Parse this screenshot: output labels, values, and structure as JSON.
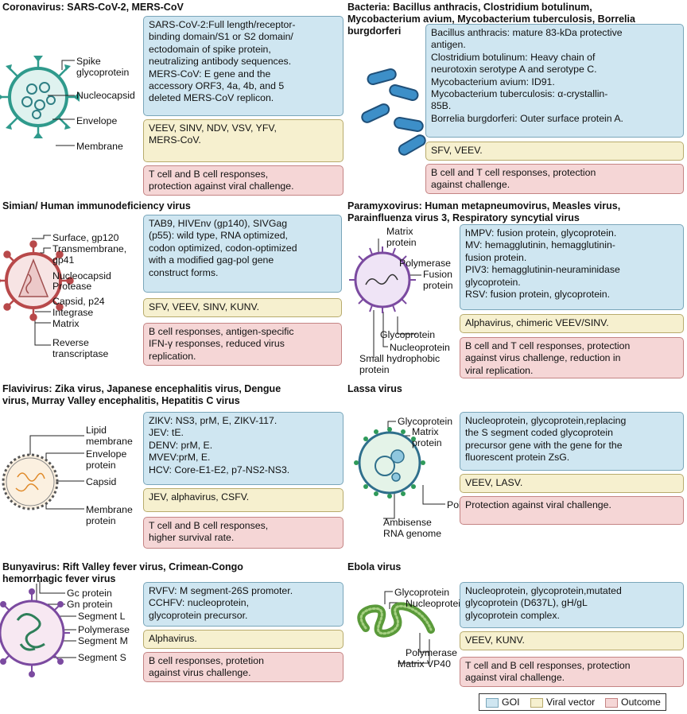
{
  "panels": {
    "corona": {
      "title": "Coronavirus: SARS-CoV-2, MERS-CoV",
      "goi": "SARS-CoV-2:Full length/receptor-\nbinding domain/S1 or S2 domain/\nectodomain of spike protein,\nneutralizing antibody sequences.\nMERS-CoV: E gene and the\naccessory ORF3, 4a, 4b, and 5\ndeleted MERS-CoV replicon.",
      "vector": "VEEV, SINV, NDV, VSV, YFV,\nMERS-CoV.",
      "outcome": "T cell and B cell responses,\nprotection against viral challenge.",
      "labels": [
        "Spike\nglycoprotein",
        "Nucleocapsid",
        "Envelope",
        "Membrane"
      ]
    },
    "bacteria": {
      "title": "Bacteria:  Bacillus anthracis, Clostridium botulinum,\nMycobacterium avium, Mycobacterium tuberculosis,  Borrelia\nburgdorferi",
      "goi": "Bacillus anthracis: mature 83-kDa protective\nantigen.\nClostridium botulinum: Heavy chain of\nneurotoxin serotype A and serotype C.\nMycobacterium avium: ID91.\nMycobacterium tuberculosis: α-crystallin-\n85B.\nBorrelia burgdorferi: Outer surface protein A.",
      "vector": "SFV, VEEV.",
      "outcome": "B cell and T cell responses, protection\nagainst challenge."
    },
    "hiv": {
      "title": "Simian/ Human immunodeficiency virus",
      "goi": "TAB9, HIVEnv (gp140), SIVGag\n(p55): wild type, RNA optimized,\ncodon optimized, codon-optimized\nwith a modified gag-pol gene\nconstruct forms.",
      "vector": "SFV, VEEV, SINV, KUNV.",
      "outcome": "B cell responses, antigen-specific\nIFN-γ responses, reduced virus\nreplication.",
      "labels": [
        "Surface, gp120",
        "Transmembrane,\ngp41",
        "Nucleocapsid",
        "Protease",
        "Capsid, p24",
        "Integrase",
        "Matrix",
        "Reverse\ntranscriptase"
      ]
    },
    "paramyxo": {
      "title": "Paramyxovirus: Human metapneumovirus, Measles virus,\nParainfluenza virus 3, Respiratory syncytial virus",
      "goi": "hMPV: fusion protein, glycoprotein.\nMV: hemagglutinin, hemagglutinin-\nfusion protein.\nPIV3: hemagglutinin-neuraminidase\nglycoprotein.\nRSV: fusion protein, glycoprotein.",
      "vector": "Alphavirus, chimeric VEEV/SINV.",
      "outcome": "B cell and T cell responses, protection\nagainst virus challenge, reduction in\nviral replication.",
      "labels": [
        "Matrix\nprotein",
        "Polymerase",
        "Fusion\nprotein",
        "Glycoprotein",
        "Nucleoprotein",
        "Small hydrophobic\nprotein"
      ]
    },
    "flavi": {
      "title": "Flavivirus: Zika virus, Japanese encephalitis virus, Dengue\nvirus, Murray Valley encephalitis, Hepatitis C virus",
      "goi": "ZIKV: NS3, prM, E, ZIKV-117.\nJEV: tE.\nDENV: prM,  E.\nMVEV:prM,  E.\nHCV:  Core-E1-E2,  p7-NS2-NS3.",
      "vector": "JEV, alphavirus, CSFV.",
      "outcome": "T cell and B cell responses,\nhigher survival rate.",
      "labels": [
        "Lipid\nmembrane",
        "Envelope\nprotein",
        "Capsid",
        "Membrane\nprotein"
      ]
    },
    "lassa": {
      "title": "Lassa virus",
      "goi": "Nucleoprotein, glycoprotein,replacing\nthe S segment coded glycoprotein\nprecursor gene with the gene for the\nfluorescent protein ZsG.",
      "vector": "VEEV, LASV.",
      "outcome": "Protection against viral challenge.",
      "labels": [
        "Glycoprotein",
        "Matrix\nprotein",
        "Polymerase",
        "Ambisense\nRNA genome"
      ]
    },
    "bunya": {
      "title": "Bunyavirus: Rift Valley fever virus, Crimean-Congo\nhemorrhagic fever virus",
      "goi": "RVFV: M segment-26S promoter.\nCCHFV: nucleoprotein,\nglycoprotein precursor.",
      "vector": "Alphavirus.",
      "outcome": "B cell responses, protetion\nagainst virus challenge.",
      "labels": [
        "Gc protein",
        "Gn protein",
        "Segment L",
        "Polymerase",
        "Segment M",
        "Segment S"
      ]
    },
    "ebola": {
      "title": "Ebola virus",
      "goi": "Nucleoprotein, glycoprotein,mutated\nglycoprotein (D637L), gH/gL\nglycoprotein complex.",
      "vector": "VEEV, KUNV.",
      "outcome": "T cell and B cell responses, protection\nagainst viral challenge.",
      "labels": [
        "Glycoprotein",
        "Nucleoprotein",
        "Polymerase",
        "Matrix VP40"
      ]
    }
  },
  "legend": {
    "goi": "GOI",
    "vector": "Viral vector",
    "outcome": "Outcome"
  },
  "colors": {
    "goi": "#cfe6f1",
    "vector": "#f6f0cf",
    "outcome": "#f5d6d6",
    "virus_teal": "#2f9a8c",
    "virus_red": "#b8494a",
    "virus_purple": "#7b4aa0",
    "virus_green": "#5a9a3a"
  }
}
